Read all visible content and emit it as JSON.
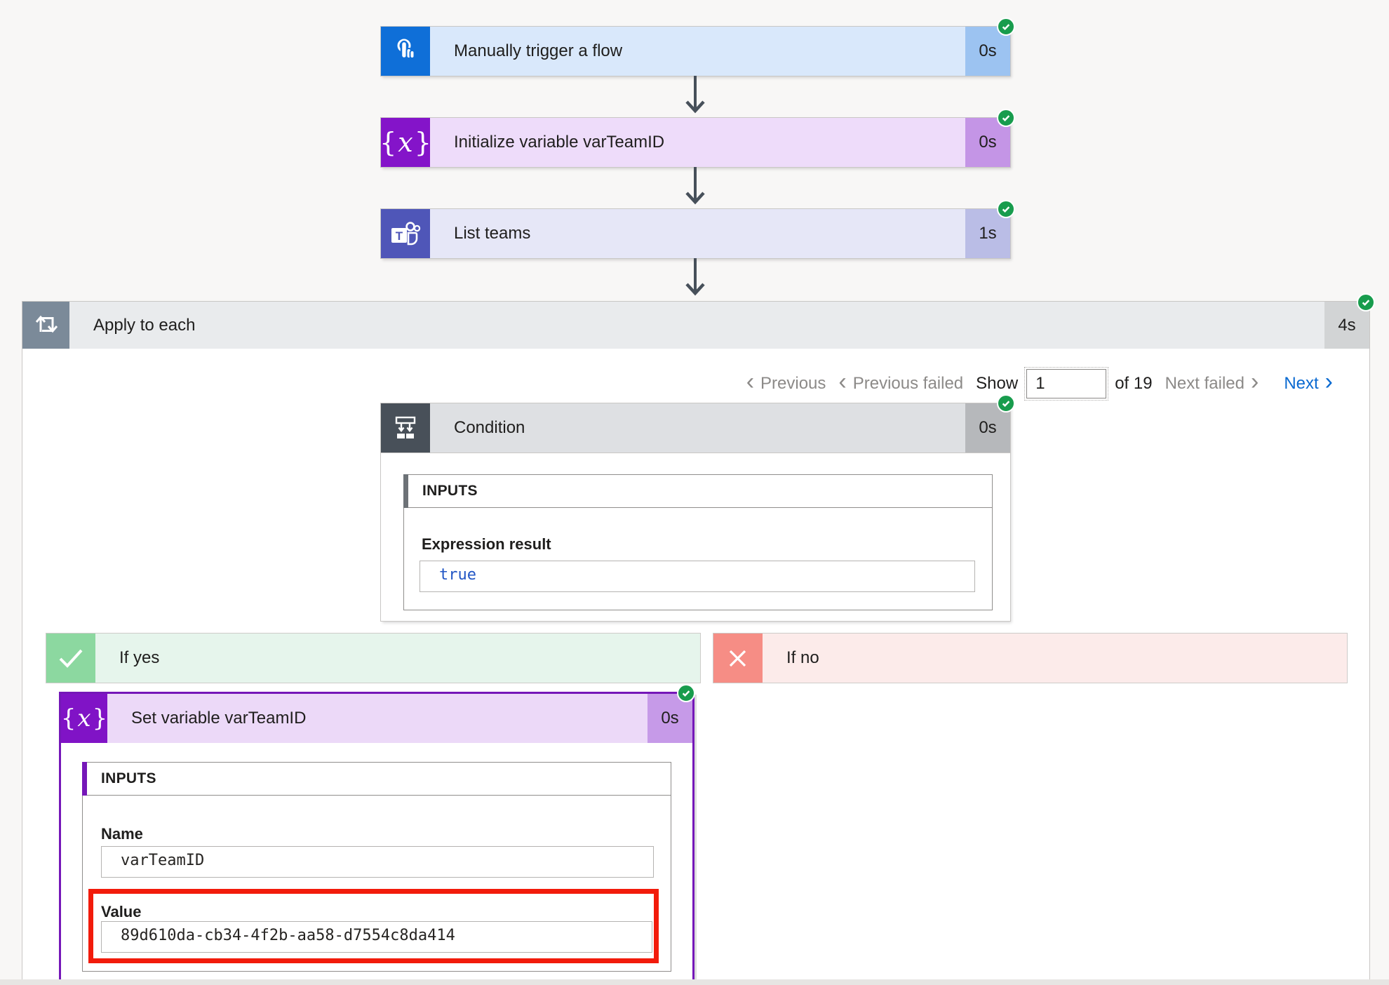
{
  "colors": {
    "page_bg": "#f8f7f6",
    "success_green": "#189c4d",
    "link_blue": "#0b6ad1",
    "annotation_red": "#f21b0b",
    "trigger_icon_bg": "#0f6fd8",
    "variable_icon_bg": "#8414c9",
    "teams_icon_bg": "#4f56b8",
    "condition_icon_bg": "#485059",
    "loop_icon_bg": "#7b8a99",
    "if_yes_icon_bg": "#8cd8a0",
    "if_no_icon_bg": "#f68d85",
    "selected_card_border": "#7517b8",
    "expression_value_blue": "#2256c5"
  },
  "cards": {
    "trigger": {
      "title": "Manually trigger a flow",
      "duration": "0s"
    },
    "initialize_variable": {
      "title": "Initialize variable varTeamID",
      "duration": "0s"
    },
    "list_teams": {
      "title": "List teams",
      "duration": "1s"
    },
    "apply_to_each": {
      "title": "Apply to each",
      "duration": "4s"
    },
    "condition": {
      "title": "Condition",
      "duration": "0s",
      "inputs_label": "INPUTS",
      "expression_label": "Expression result",
      "expression_value": "true"
    },
    "if_yes": {
      "title": "If yes"
    },
    "if_no": {
      "title": "If no"
    },
    "set_variable": {
      "title": "Set variable varTeamID",
      "duration": "0s",
      "inputs_label": "INPUTS",
      "name_label": "Name",
      "name_value": "varTeamID",
      "value_label": "Value",
      "value_value": "89d610da-cb34-4f2b-aa58-d7554c8da414"
    }
  },
  "icons": {
    "variable_open": "{",
    "variable_x": "x",
    "variable_close": "}"
  },
  "pagination": {
    "previous_label": "Previous",
    "previous_failed_label": "Previous failed",
    "show_label": "Show",
    "page_value": "1",
    "of_label": "of",
    "total_pages": "19",
    "next_failed_label": "Next failed",
    "next_label": "Next"
  }
}
